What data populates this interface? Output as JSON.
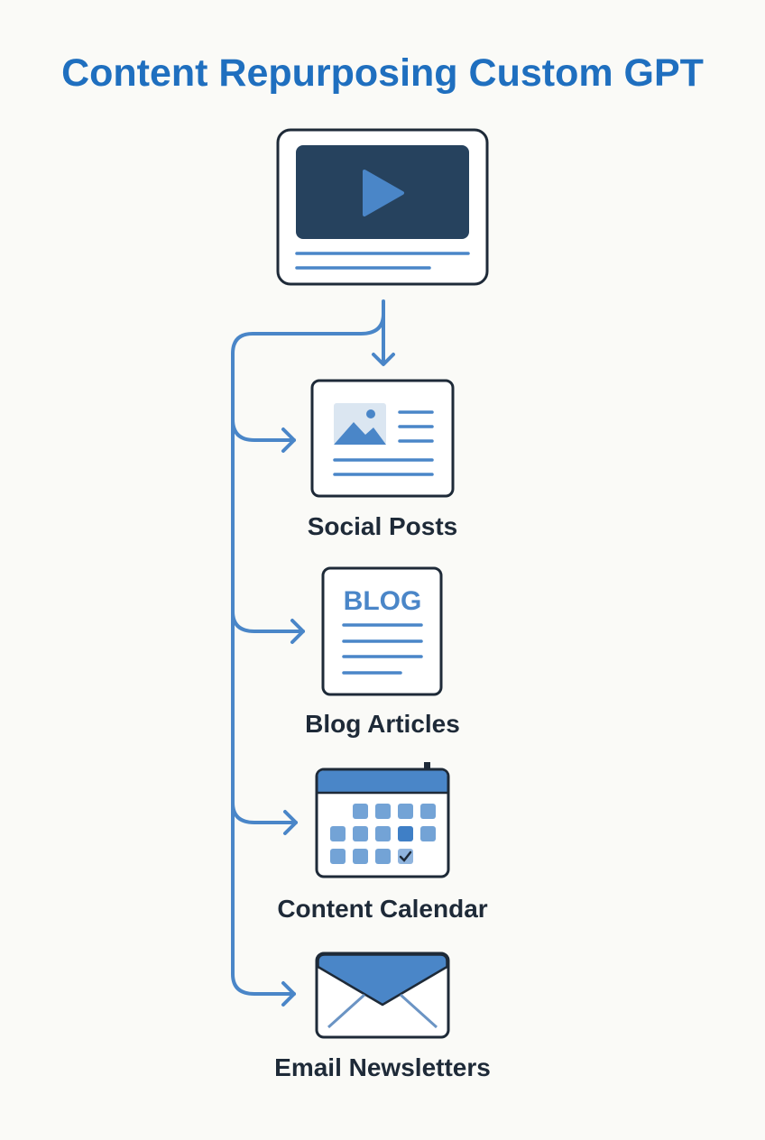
{
  "title": "Content Repurposing Custom GPT",
  "source": {
    "icon": "video-player-icon"
  },
  "outputs": [
    {
      "label": "Social Posts",
      "icon": "social-post-icon"
    },
    {
      "label": "Blog Articles",
      "icon": "blog-document-icon",
      "icon_text": "BLOG"
    },
    {
      "label": "Content Calendar",
      "icon": "calendar-icon"
    },
    {
      "label": "Email Newsletters",
      "icon": "envelope-icon"
    }
  ],
  "colors": {
    "accent": "#1f6fbf",
    "flow": "#4a86c8",
    "dark": "#1e2a38",
    "screen": "#26425e"
  }
}
